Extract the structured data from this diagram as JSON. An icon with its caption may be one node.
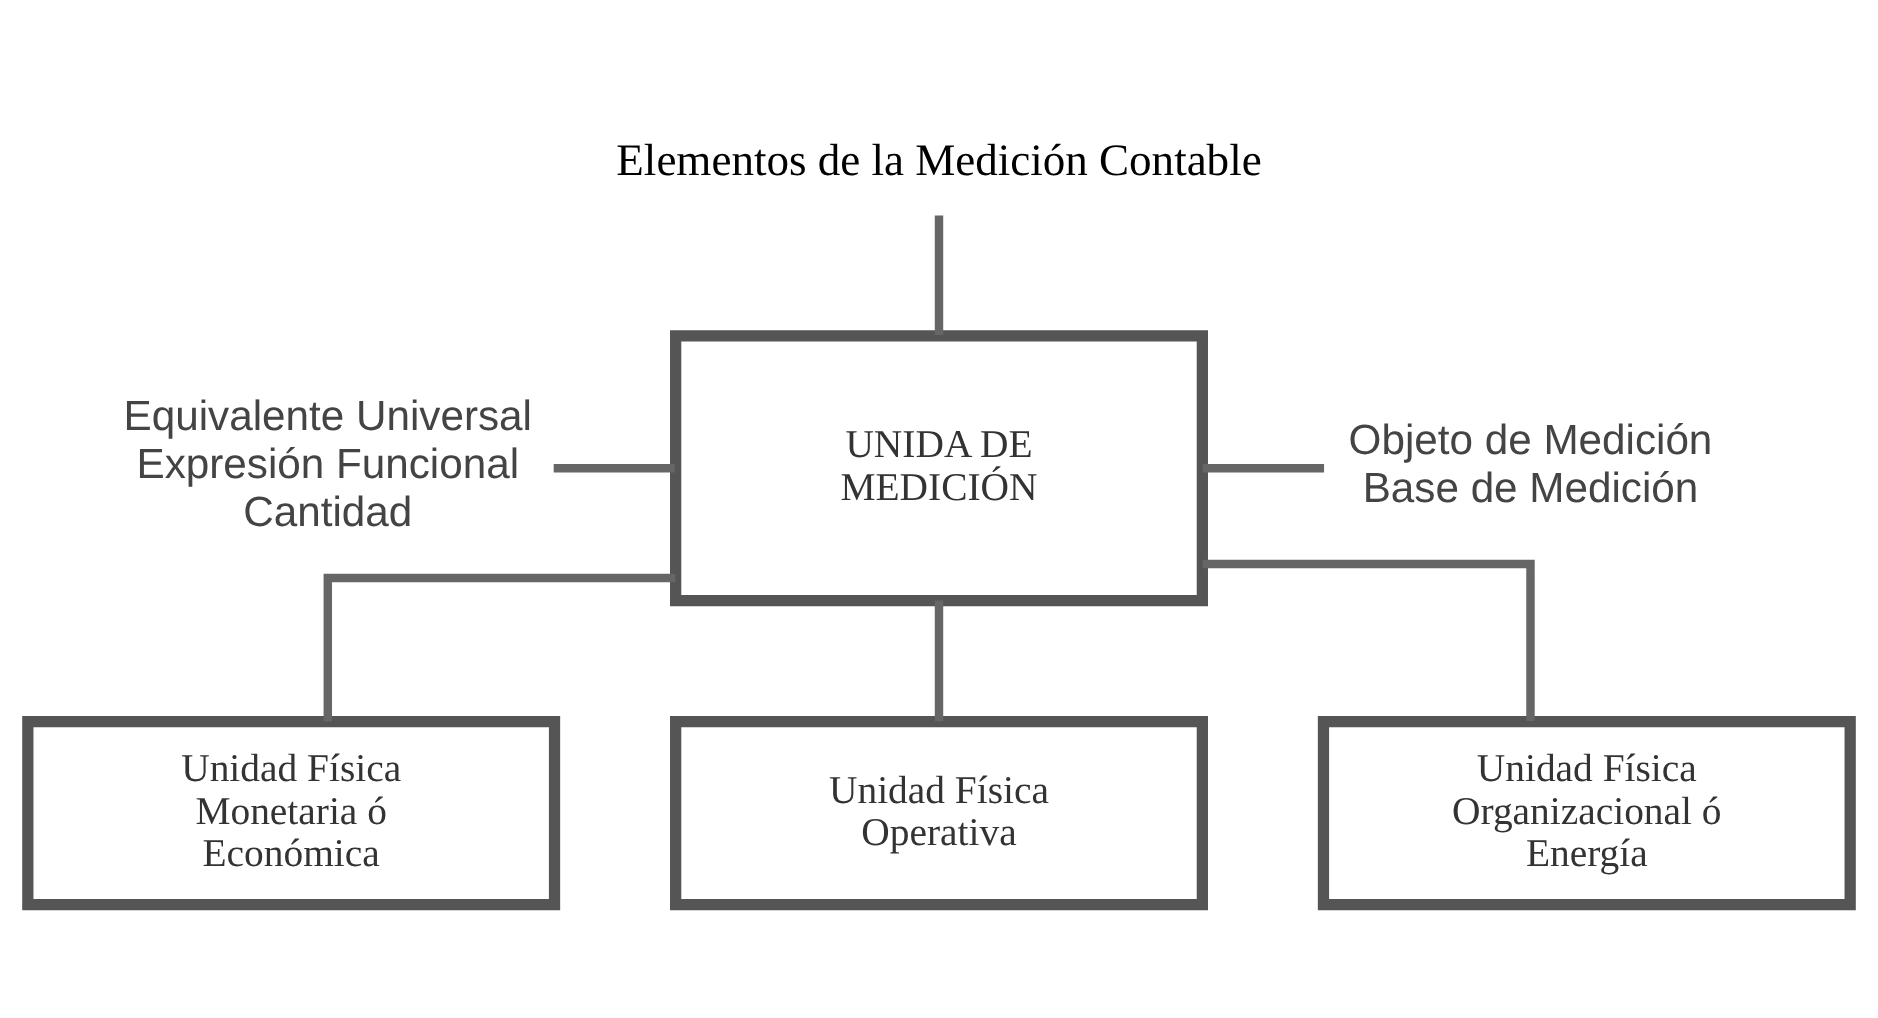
{
  "diagram": {
    "nodes": [
      {
        "text": [
          "Elementos de la Medición Contable"
        ]
      },
      {
        "text": [
          "Equivalente Universal",
          "Expresión Funcional",
          "Cantidad"
        ]
      },
      {
        "text": [
          "UNIDA DE MEDICIÓN"
        ]
      },
      {
        "text": [
          "Objeto de Medición",
          "Base de Medición"
        ]
      },
      {
        "text": [
          "Unidad Física Monetaria ó Económica"
        ]
      },
      {
        "text": [
          "Unidad Física Operativa"
        ]
      },
      {
        "text": [
          "Unidad Física Organizacional ó Energía"
        ]
      }
    ],
    "edges": [
      {
        "from": 0,
        "to": 2,
        "arrow": "none"
      },
      {
        "from": 1,
        "to": 2,
        "arrow": "none"
      },
      {
        "from": 2,
        "to": 3,
        "arrow": "none"
      },
      {
        "from": 2,
        "to": 4,
        "arrow": "none"
      },
      {
        "from": 2,
        "to": 5,
        "arrow": "none"
      },
      {
        "from": 2,
        "to": 6,
        "arrow": "none"
      }
    ]
  }
}
